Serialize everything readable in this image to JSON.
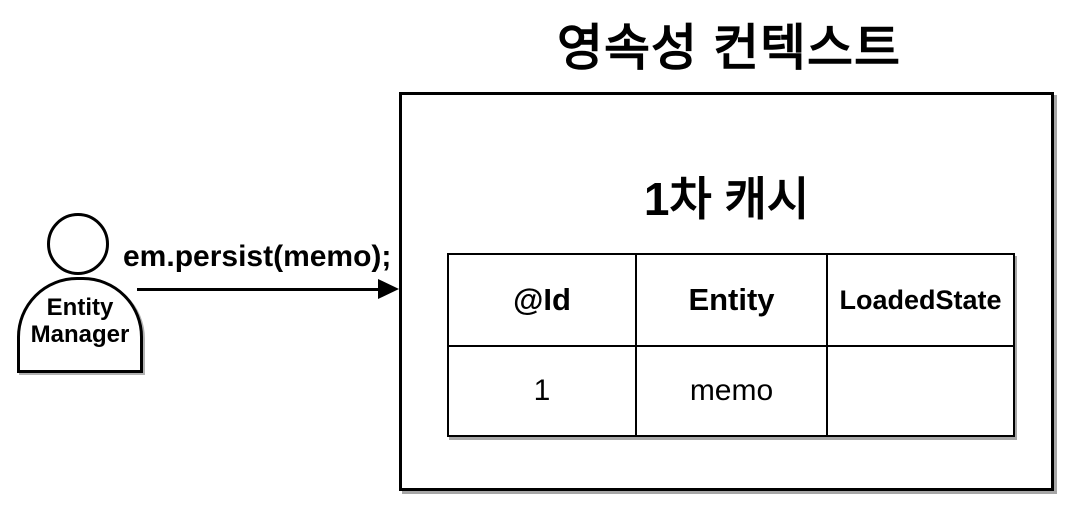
{
  "page": {
    "title": "영속성 컨텍스트",
    "background": "#ffffff"
  },
  "persistence_context": {
    "cache_title": "1차 캐시",
    "table": {
      "headers": [
        "@Id",
        "Entity",
        "LoadedState"
      ],
      "rows": [
        {
          "id": "1",
          "entity": "memo",
          "loaded_state": ""
        }
      ]
    }
  },
  "actor": {
    "name_line1": "Entity",
    "name_line2": "Manager"
  },
  "arrow": {
    "label": "em.persist(memo);"
  },
  "colors": {
    "line": "#000000",
    "text": "#000000",
    "background": "#ffffff"
  }
}
